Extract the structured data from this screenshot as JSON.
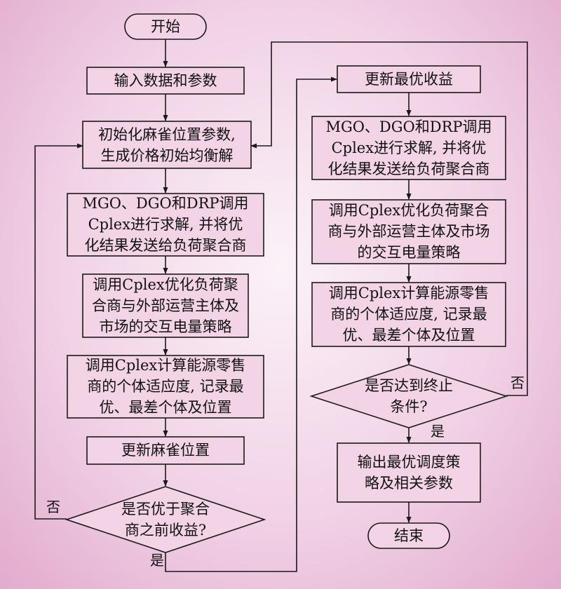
{
  "nodes": {
    "start": [
      "开始"
    ],
    "input": [
      "输入数据和参数"
    ],
    "init": [
      "初始化麻雀位置参数,",
      "生成价格初始均衡解"
    ],
    "solve1": [
      "MGO、DGO和DRP调用",
      "Cplex进行求解, 并将优",
      "化结果发送给负荷聚合商"
    ],
    "opt1": [
      "调用Cplex优化负荷聚",
      "合商与外部运营主体及",
      "市场的交互电量策略"
    ],
    "fit1": [
      "调用Cplex计算能源零售",
      "商的个体适应度, 记录最",
      "优、最差个体及位置"
    ],
    "update_pos": [
      "更新麻雀位置"
    ],
    "decide1": [
      "是否优于聚合",
      "商之前收益?"
    ],
    "update_best": [
      "更新最优收益"
    ],
    "solve2": [
      "MGO、DGO和DRP调用",
      "Cplex进行求解, 并将优",
      "化结果发送给负荷聚合商"
    ],
    "opt2": [
      "调用Cplex优化负荷聚合",
      "商与外部运营主体及市场",
      "的交互电量策略"
    ],
    "fit2": [
      "调用Cplex计算能源零售",
      "商的个体适应度, 记录最",
      "优、最差个体及位置"
    ],
    "decide2": [
      "是否达到终止",
      "条件?"
    ],
    "output": [
      "输出最优调度策",
      "略及相关参数"
    ],
    "end": [
      "结束"
    ]
  },
  "edge_labels": {
    "d1_no": "否",
    "d1_yes": "是",
    "d2_no": "否",
    "d2_yes": "是"
  },
  "colors": {
    "node_fill": "#f2d4e6",
    "stroke": "#1a1a1a"
  }
}
